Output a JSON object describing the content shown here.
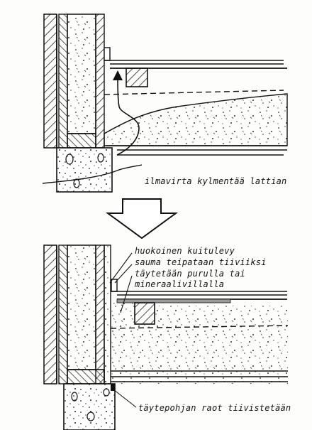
{
  "top_caption": "ilmavirta kylmentää lattian",
  "bottom_labels": {
    "line1": "huokoinen kuitulevy",
    "line2": "sauma teipataan tiiviiksi",
    "line3a": "täytetään purulla tai",
    "line3b": "mineraalivillalla",
    "line4": "täytepohjan raot tiivistetään"
  }
}
